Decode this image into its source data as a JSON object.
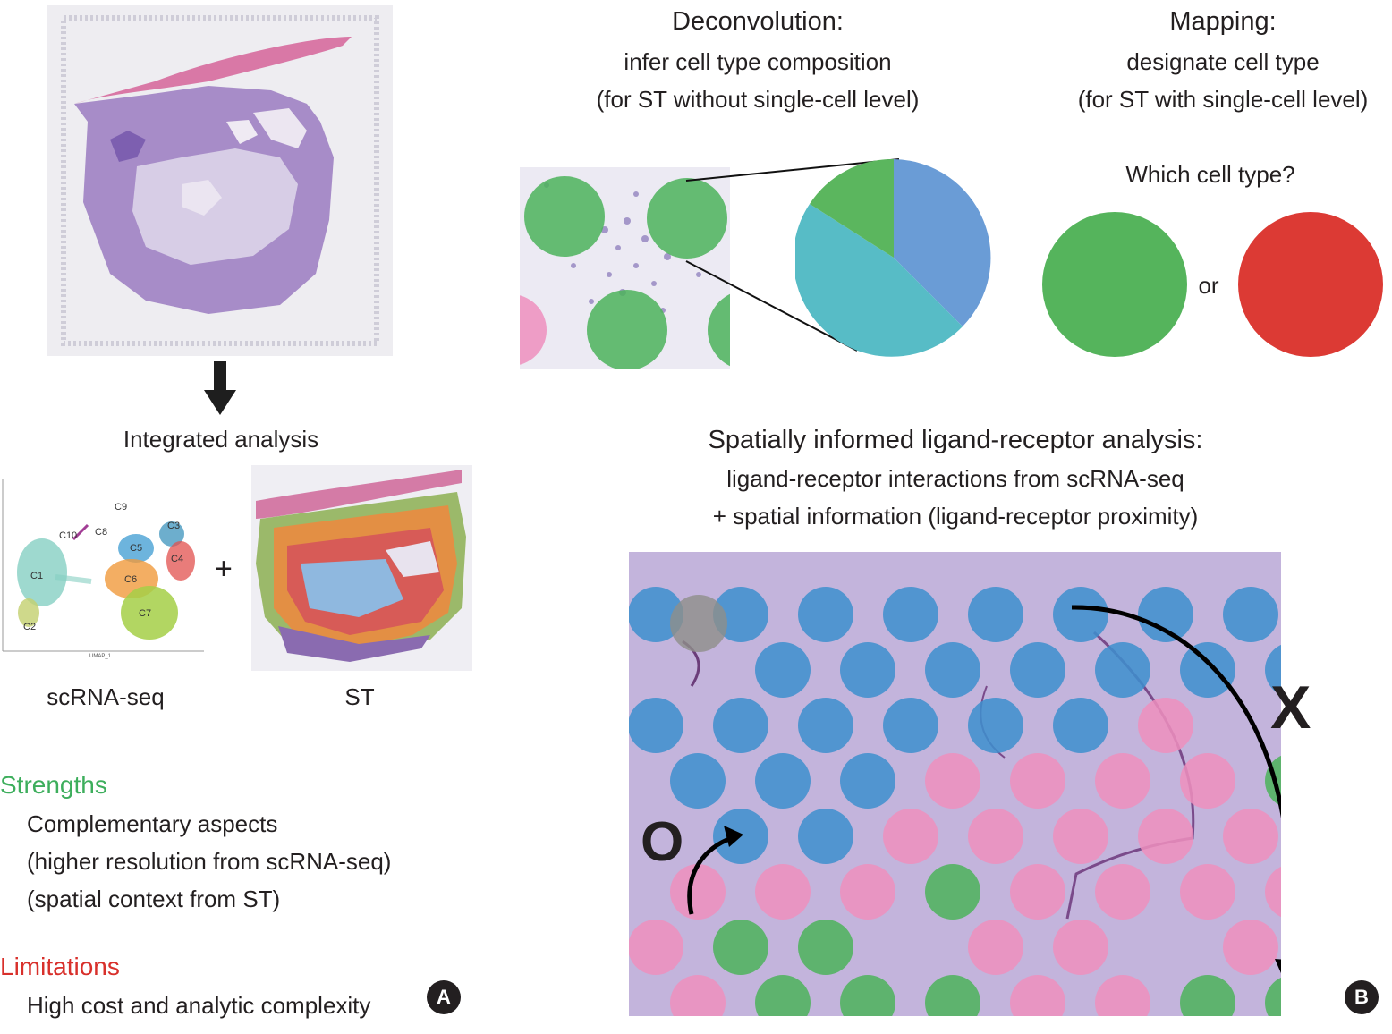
{
  "panelA": {
    "arrow_caption": "Integrated analysis",
    "plus_sign": "+",
    "umap_clusters": [
      "C1",
      "C2",
      "C3",
      "C4",
      "C5",
      "C6",
      "C7",
      "C8",
      "C9",
      "C10"
    ],
    "umap_axis": "UMAP_1",
    "label_scrna": "scRNA-seq",
    "label_st": "ST",
    "strengths_heading": "Strengths",
    "strengths_items": [
      "Complementary aspects",
      "(higher resolution from scRNA-seq)",
      "(spatial context from ST)"
    ],
    "limitations_heading": "Limitations",
    "limitations_items": [
      "High cost and analytic complexity"
    ],
    "badge": "A"
  },
  "panelB": {
    "deconvolution_title": "Deconvolution:",
    "deconvolution_line1": "infer cell type composition",
    "deconvolution_line2": "(for ST without single-cell level)",
    "mapping_title": "Mapping:",
    "mapping_line1": "designate cell type",
    "mapping_line2": "(for ST with single-cell level)",
    "mapping_question": "Which cell type?",
    "mapping_or": "or",
    "lr_title": "Spatially informed ligand-receptor analysis:",
    "lr_line1": "ligand-receptor interactions from scRNA-seq",
    "lr_line2": "+ spatial information (ligand-receptor proximity)",
    "mark_o": "O",
    "mark_x": "X",
    "badge": "B"
  },
  "colors": {
    "strengths": "#3dae5c",
    "limitations": "#d8302b",
    "spot_green": "#4cb35a",
    "spot_blue": "#3d8fce",
    "spot_pink": "#ee8fbd",
    "spot_red": "#dc3a34",
    "pie_blue": "#6a9cd6",
    "pie_teal": "#57bcc6",
    "pie_green": "#5bb65e"
  }
}
